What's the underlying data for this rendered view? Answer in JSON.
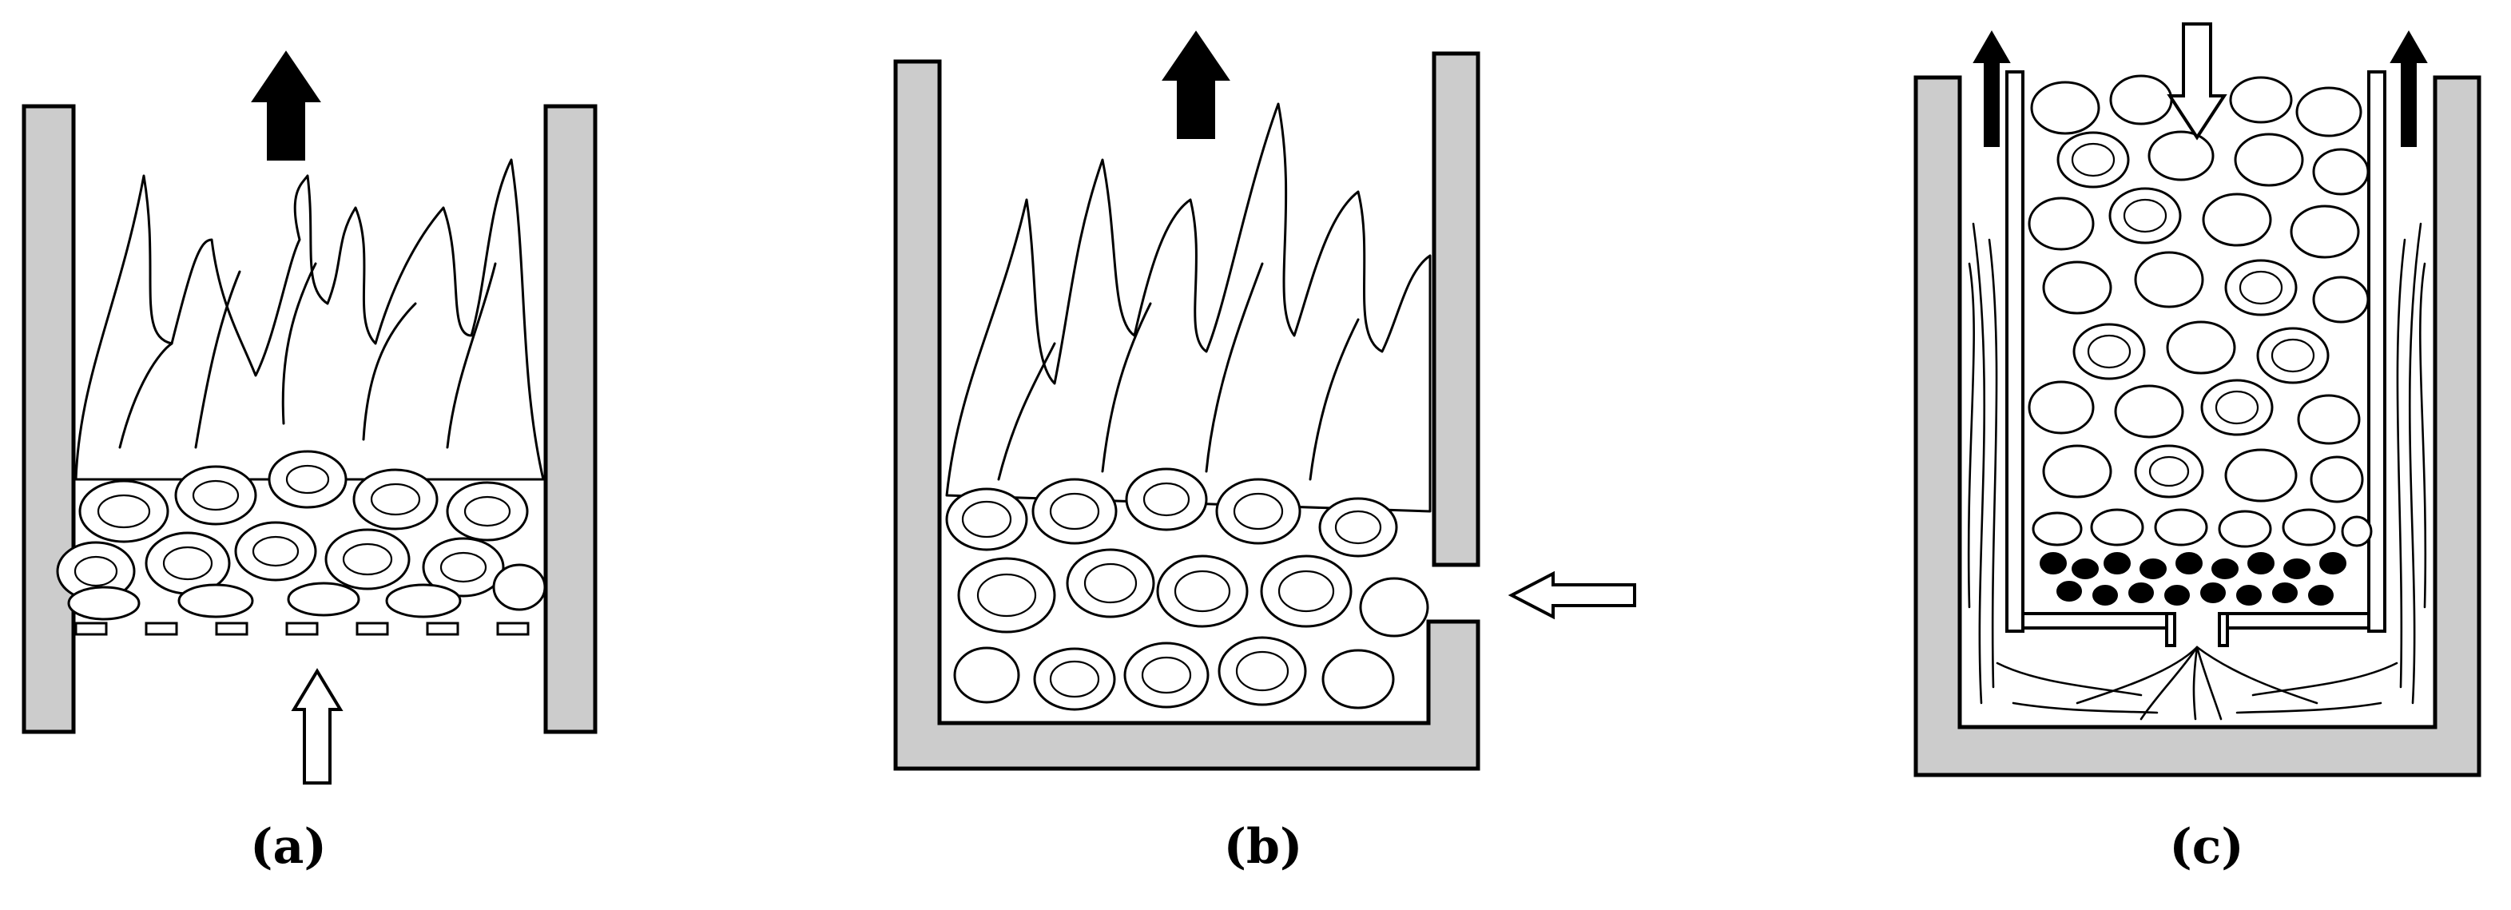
{
  "figure": {
    "panels": [
      {
        "id": "a",
        "label": "(a)"
      },
      {
        "id": "b",
        "label": "(b)"
      },
      {
        "id": "c",
        "label": "(c)"
      }
    ]
  },
  "colors": {
    "wall_fill": "#cccccc",
    "stroke": "#000000",
    "background": "#ffffff"
  }
}
